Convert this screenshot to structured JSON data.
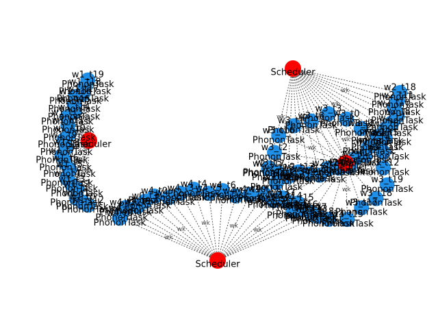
{
  "graph": {
    "colors": {
      "task": "#1f8fe8",
      "scheduler": "#ff0000",
      "edge": "#555555",
      "text": "#000000"
    },
    "task_type_label": "PhononTask",
    "scheduler_label": "Scheduler",
    "clusters": [
      {
        "id": "w1",
        "hub": "scheduler-w1",
        "node_labels": [
          "w1_t12",
          "w1_t0",
          "w1_t1",
          "w1_t2",
          "w1_t3",
          "w1_t4",
          "w1_t5",
          "w1_t6",
          "w1_t7",
          "w1_t8",
          "w1_t9",
          "w1_t10",
          "w1_t11",
          "w1_t13",
          "w1_t14",
          "w1_t15",
          "w1_t16",
          "w1_t17",
          "w1_t18",
          "w1_t19"
        ]
      },
      {
        "id": "w2",
        "hub": "scheduler-w2",
        "node_labels": [
          "w2_t17",
          "w2_t16",
          "w2_t15",
          "w2_t13",
          "w2_t12",
          "w2_t19",
          "w2_t14",
          "w2_t9",
          "w2_t0",
          "w2_t1",
          "w2_t2",
          "w2_t3",
          "w2_t4",
          "w2_t5",
          "w2_t6",
          "w2_t7",
          "w2_t8",
          "w2_t10",
          "w2_t11",
          "w2_t18"
        ]
      },
      {
        "id": "w3",
        "hub": "scheduler-w3",
        "node_labels": [
          "w3_t12",
          "w3_t11",
          "w3_t4",
          "w3_t1",
          "w3_t0",
          "w3_t3",
          "w3_t8",
          "w3_t10",
          "w3_t16",
          "w3_t2",
          "w3_t5",
          "w3_t6",
          "w3_t7",
          "w3_t9",
          "w3_t13",
          "w3_t14",
          "w3_t15",
          "w3_t17",
          "w3_t18",
          "w3_t19"
        ]
      },
      {
        "id": "w4",
        "hub": "scheduler-w4",
        "node_labels": [
          "w4_t8",
          "w4_t1",
          "w4_t12",
          "w4_t9",
          "w0_t3",
          "w4_t0",
          "w4_t2",
          "w4_t3",
          "w4_t4",
          "w4_t5",
          "w4_t6",
          "w4_t7",
          "w4_t10",
          "w4_t11",
          "w4_t13",
          "w4_t14",
          "w4_t15",
          "w4_t16",
          "w4_t17",
          "w4_t18"
        ]
      }
    ],
    "edge_label": "wk"
  }
}
